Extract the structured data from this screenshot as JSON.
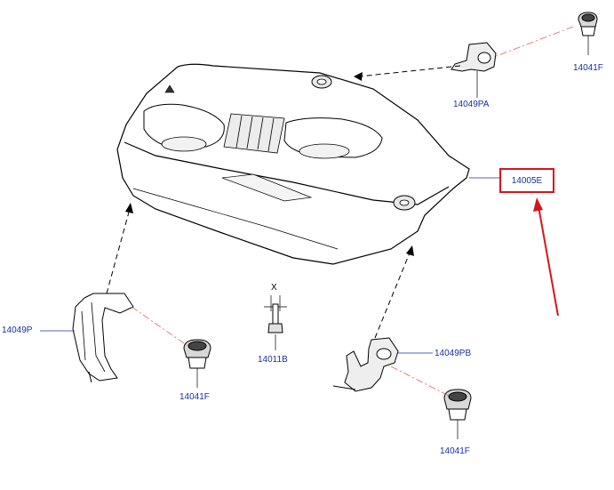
{
  "diagram": {
    "part_labels": {
      "cover": "14005E",
      "clip_top": "14041F",
      "bracket_top": "14049PA",
      "bracket_left": "14049P",
      "clip_left": "14041F",
      "bolt": "14011B",
      "bracket_right": "14049PB",
      "clip_right": "14041F"
    },
    "bolt_marker": "X",
    "colors": {
      "label": "#1a2fa0",
      "highlight": "#d6141c",
      "line": "#000000",
      "leader": "#e06060"
    },
    "highlighted_part": "cover",
    "arrow_icon": "red-arrow-icon"
  }
}
